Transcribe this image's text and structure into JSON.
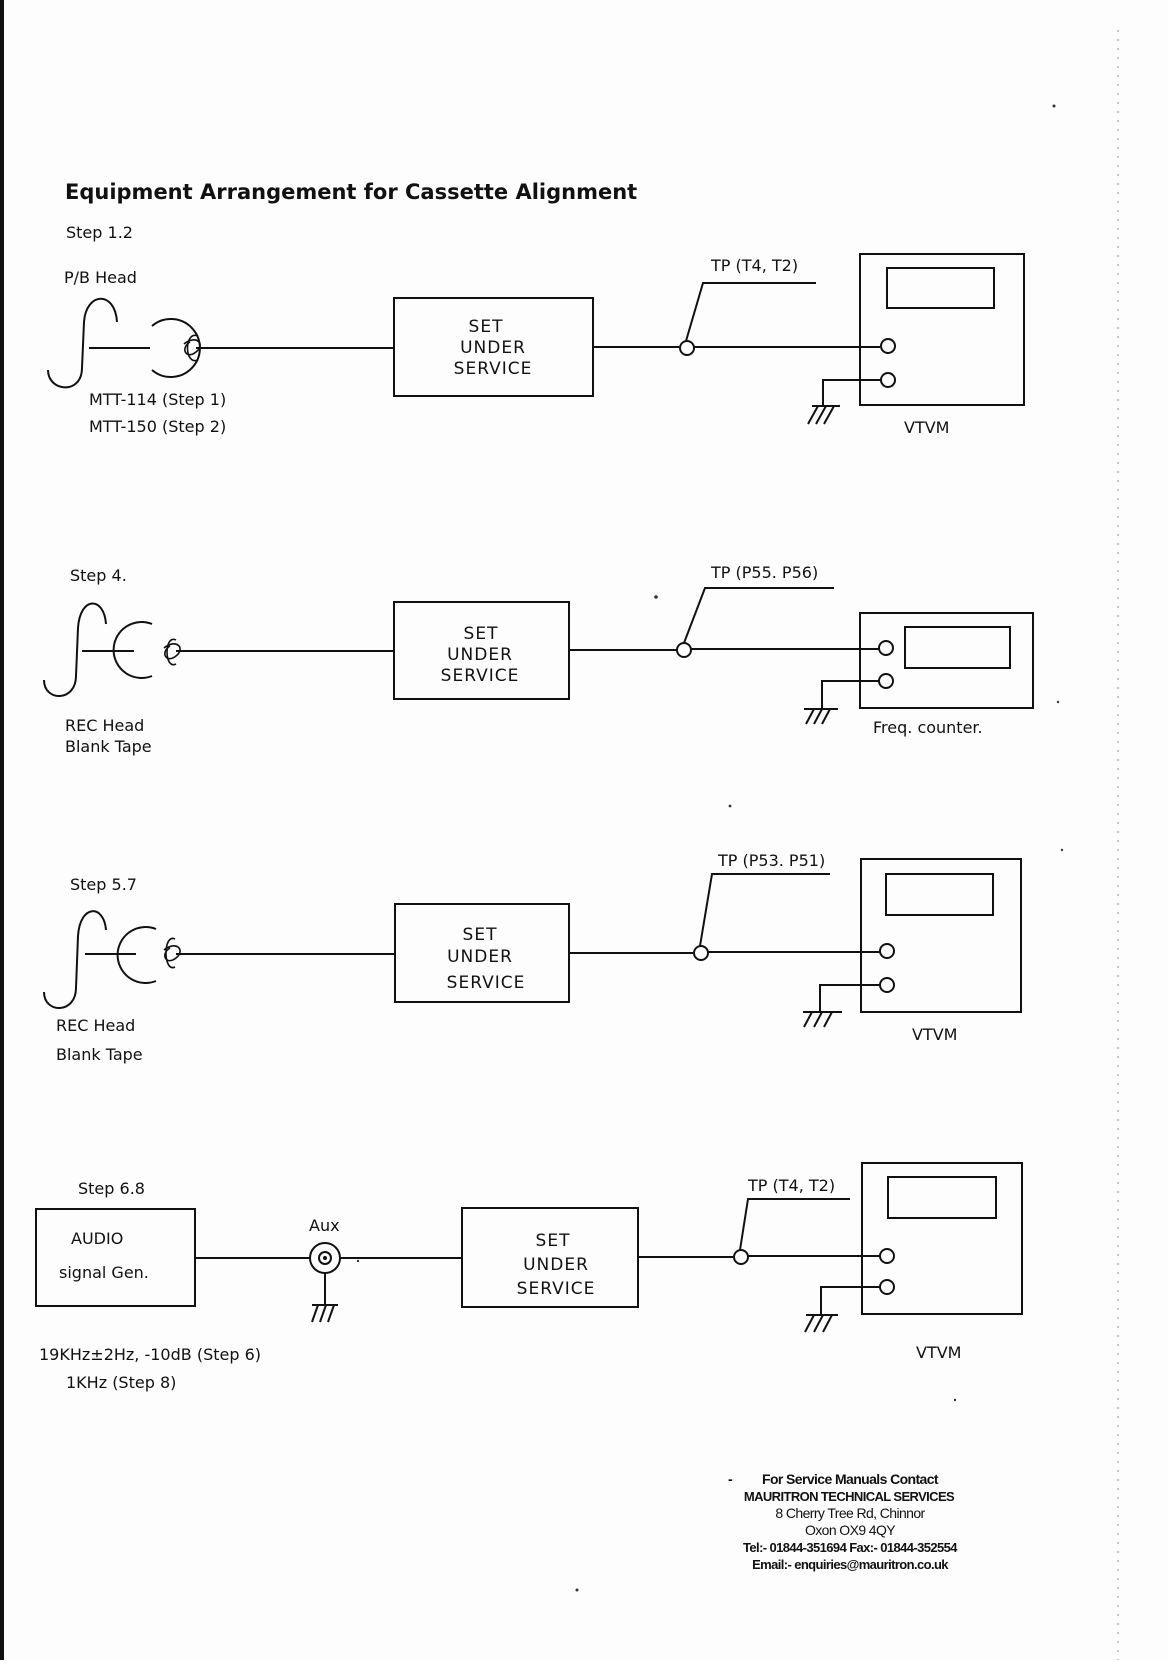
{
  "document": {
    "title": "Equipment Arrangement for Cassette Alignment"
  },
  "diagrams": [
    {
      "step": "Step 1.2",
      "source": {
        "type": "tape-head",
        "label_top": "P/B Head",
        "labels_bottom": [
          "MTT-114 (Step 1)",
          "MTT-150 (Step 2)"
        ]
      },
      "set_box": [
        "SET",
        "UNDER",
        "SERVICE"
      ],
      "test_point": "TP (T4, T2)",
      "meter": {
        "type": "VTVM",
        "label": "VTVM"
      }
    },
    {
      "step": "Step 4.",
      "source": {
        "type": "tape-head",
        "label_top": "",
        "labels_bottom": [
          "REC Head",
          "Blank Tape"
        ]
      },
      "set_box": [
        "SET",
        "UNDER",
        "SERVICE"
      ],
      "test_point": "TP (P55. P56)",
      "meter": {
        "type": "frequency-counter",
        "label": "Freq. counter."
      }
    },
    {
      "step": "Step 5.7",
      "source": {
        "type": "tape-head",
        "label_top": "",
        "labels_bottom": [
          "REC Head",
          "Blank Tape"
        ]
      },
      "set_box": [
        "SET",
        "UNDER",
        "SERVICE"
      ],
      "test_point": "TP (P53. P51)",
      "meter": {
        "type": "VTVM",
        "label": "VTVM"
      }
    },
    {
      "step": "Step 6.8",
      "source": {
        "type": "signal-generator",
        "box_lines": [
          "AUDIO",
          "signal Gen."
        ],
        "labels_bottom": [
          "19KHz±2Hz, -10dB (Step 6)",
          "1KHz  (Step 8)"
        ]
      },
      "connector_label": "Aux",
      "set_box": [
        "SET",
        "UNDER",
        "SERVICE"
      ],
      "test_point": "TP (T4, T2)",
      "meter": {
        "type": "VTVM",
        "label": "VTVM"
      }
    }
  ],
  "contact": {
    "lines": [
      "For Service Manuals Contact",
      "MAURITRON TECHNICAL SERVICES",
      "8 Cherry Tree Rd, Chinnor",
      "Oxon OX9 4QY",
      "Tel:- 01844-351694 Fax:- 01844-352554",
      "Email:- enquiries@mauritron.co.uk"
    ]
  }
}
